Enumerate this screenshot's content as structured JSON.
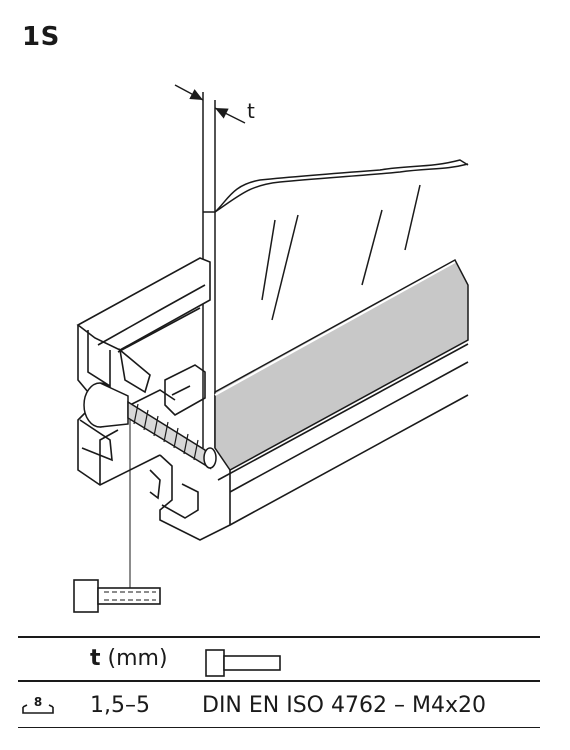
{
  "page": {
    "title": "1S"
  },
  "diagram": {
    "dimension_label": "t"
  },
  "table": {
    "header": {
      "t_symbol": "t",
      "t_unit": "(mm)",
      "screw_icon": "screw-icon"
    },
    "rows": [
      {
        "tool_icon": "hex-key-8-icon",
        "tool_size": "8",
        "t_range": "1,5–5",
        "screw": "DIN EN ISO 4762 – M4x20"
      }
    ]
  }
}
